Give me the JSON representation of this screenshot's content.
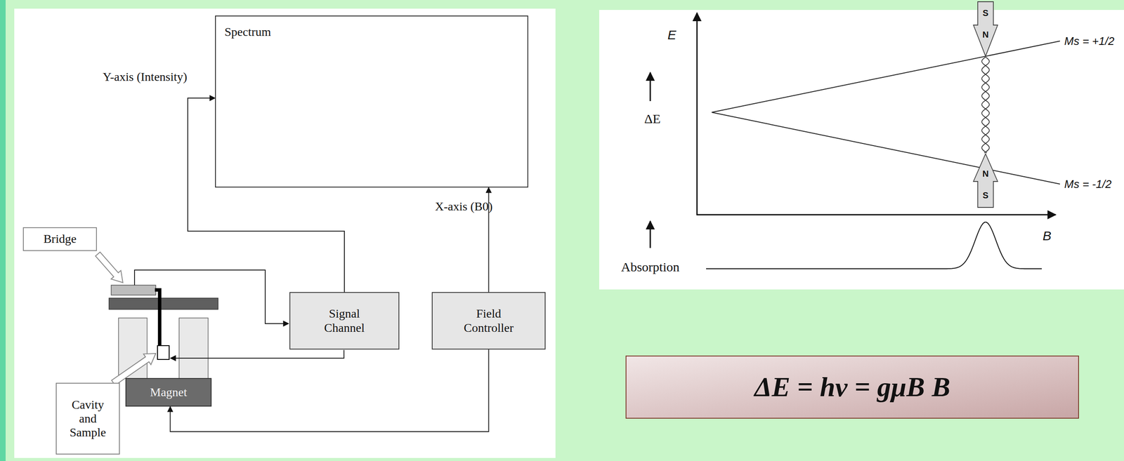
{
  "diagram": {
    "nodes": [
      {
        "text": [
          "Spectrum"
        ]
      },
      {
        "text": [
          "Bridge"
        ]
      },
      {
        "text": [
          "Signal Channel"
        ]
      },
      {
        "text": [
          "Field Controller"
        ]
      },
      {
        "text": [
          "Magnet"
        ]
      },
      {
        "text": [
          "Cavity and Sample"
        ]
      },
      {
        "text": [
          "ΔE = hν = gμB B"
        ]
      }
    ],
    "edges": [
      {
        "from": 2,
        "to": 0,
        "arrow": "to"
      },
      {
        "from": 3,
        "to": 0,
        "arrow": "to"
      },
      {
        "from": 3,
        "to": 4,
        "arrow": "to"
      }
    ],
    "labels": [
      "Y-axis (Intensity)",
      "X-axis (B0)",
      "E",
      "ΔE",
      "Ms = +1/2",
      "Ms = -1/2",
      "S",
      "N",
      "N",
      "S",
      "B",
      "Absorption"
    ]
  }
}
